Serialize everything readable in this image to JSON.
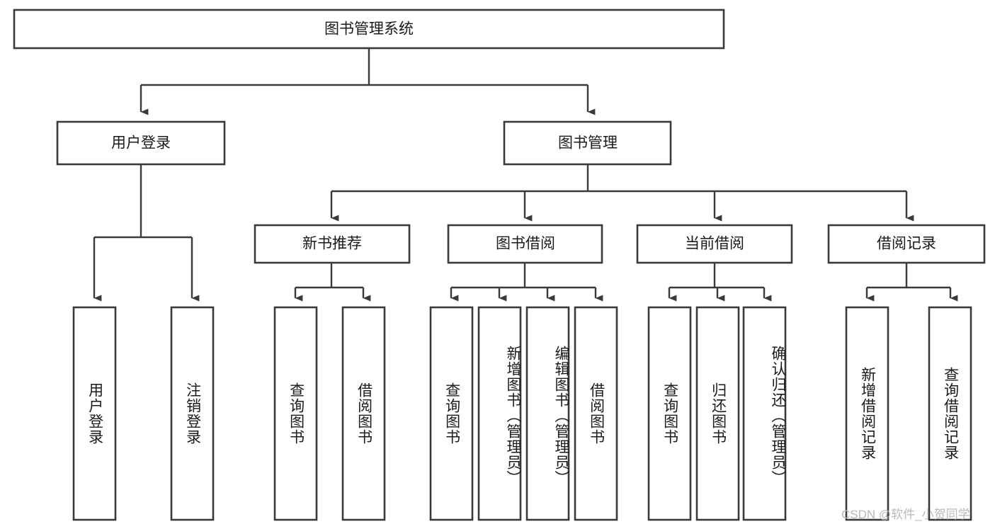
{
  "diagram": {
    "type": "tree-hierarchy",
    "title": "图书管理系统",
    "style": {
      "box_fill": "#ffffff",
      "box_stroke": "#3a3a3a",
      "line_color": "#3a3a3a",
      "text_color": "#1a1a1a",
      "background": "#ffffff",
      "watermark_color": "#b9b9b9"
    },
    "root": {
      "id": "root",
      "label": "图书管理系统"
    },
    "level2": [
      {
        "id": "user-login",
        "label": "用户登录"
      },
      {
        "id": "book-manage",
        "label": "图书管理"
      }
    ],
    "level3": [
      {
        "id": "new-book-rec",
        "label": "新书推荐"
      },
      {
        "id": "book-borrow",
        "label": "图书借阅"
      },
      {
        "id": "current-borrow",
        "label": "当前借阅"
      },
      {
        "id": "borrow-record",
        "label": "借阅记录"
      }
    ],
    "leaves": {
      "user_login": [
        {
          "id": "leaf-user-login",
          "label": "用户登录"
        },
        {
          "id": "leaf-logout-login",
          "label": "注销登录"
        }
      ],
      "new_book_rec": [
        {
          "id": "leaf-query-book-1",
          "label": "查询图书"
        },
        {
          "id": "leaf-borrow-book-1",
          "label": "借阅图书"
        }
      ],
      "book_borrow": [
        {
          "id": "leaf-query-book-2",
          "label": "查询图书"
        },
        {
          "id": "leaf-add-book",
          "label": "新增图书（管理员）"
        },
        {
          "id": "leaf-edit-book",
          "label": "编辑图书（管理员）"
        },
        {
          "id": "leaf-borrow-book-2",
          "label": "借阅图书"
        }
      ],
      "current_borrow": [
        {
          "id": "leaf-query-book-3",
          "label": "查询图书"
        },
        {
          "id": "leaf-return-book",
          "label": "归还图书"
        },
        {
          "id": "leaf-confirm-return",
          "label": "确认归还（管理员）"
        }
      ],
      "borrow_record": [
        {
          "id": "leaf-add-record",
          "label": "新增借阅记录"
        },
        {
          "id": "leaf-query-record",
          "label": "查询借阅记录"
        }
      ]
    }
  },
  "watermark": {
    "text": "CSDN @软件_小贺同学"
  }
}
